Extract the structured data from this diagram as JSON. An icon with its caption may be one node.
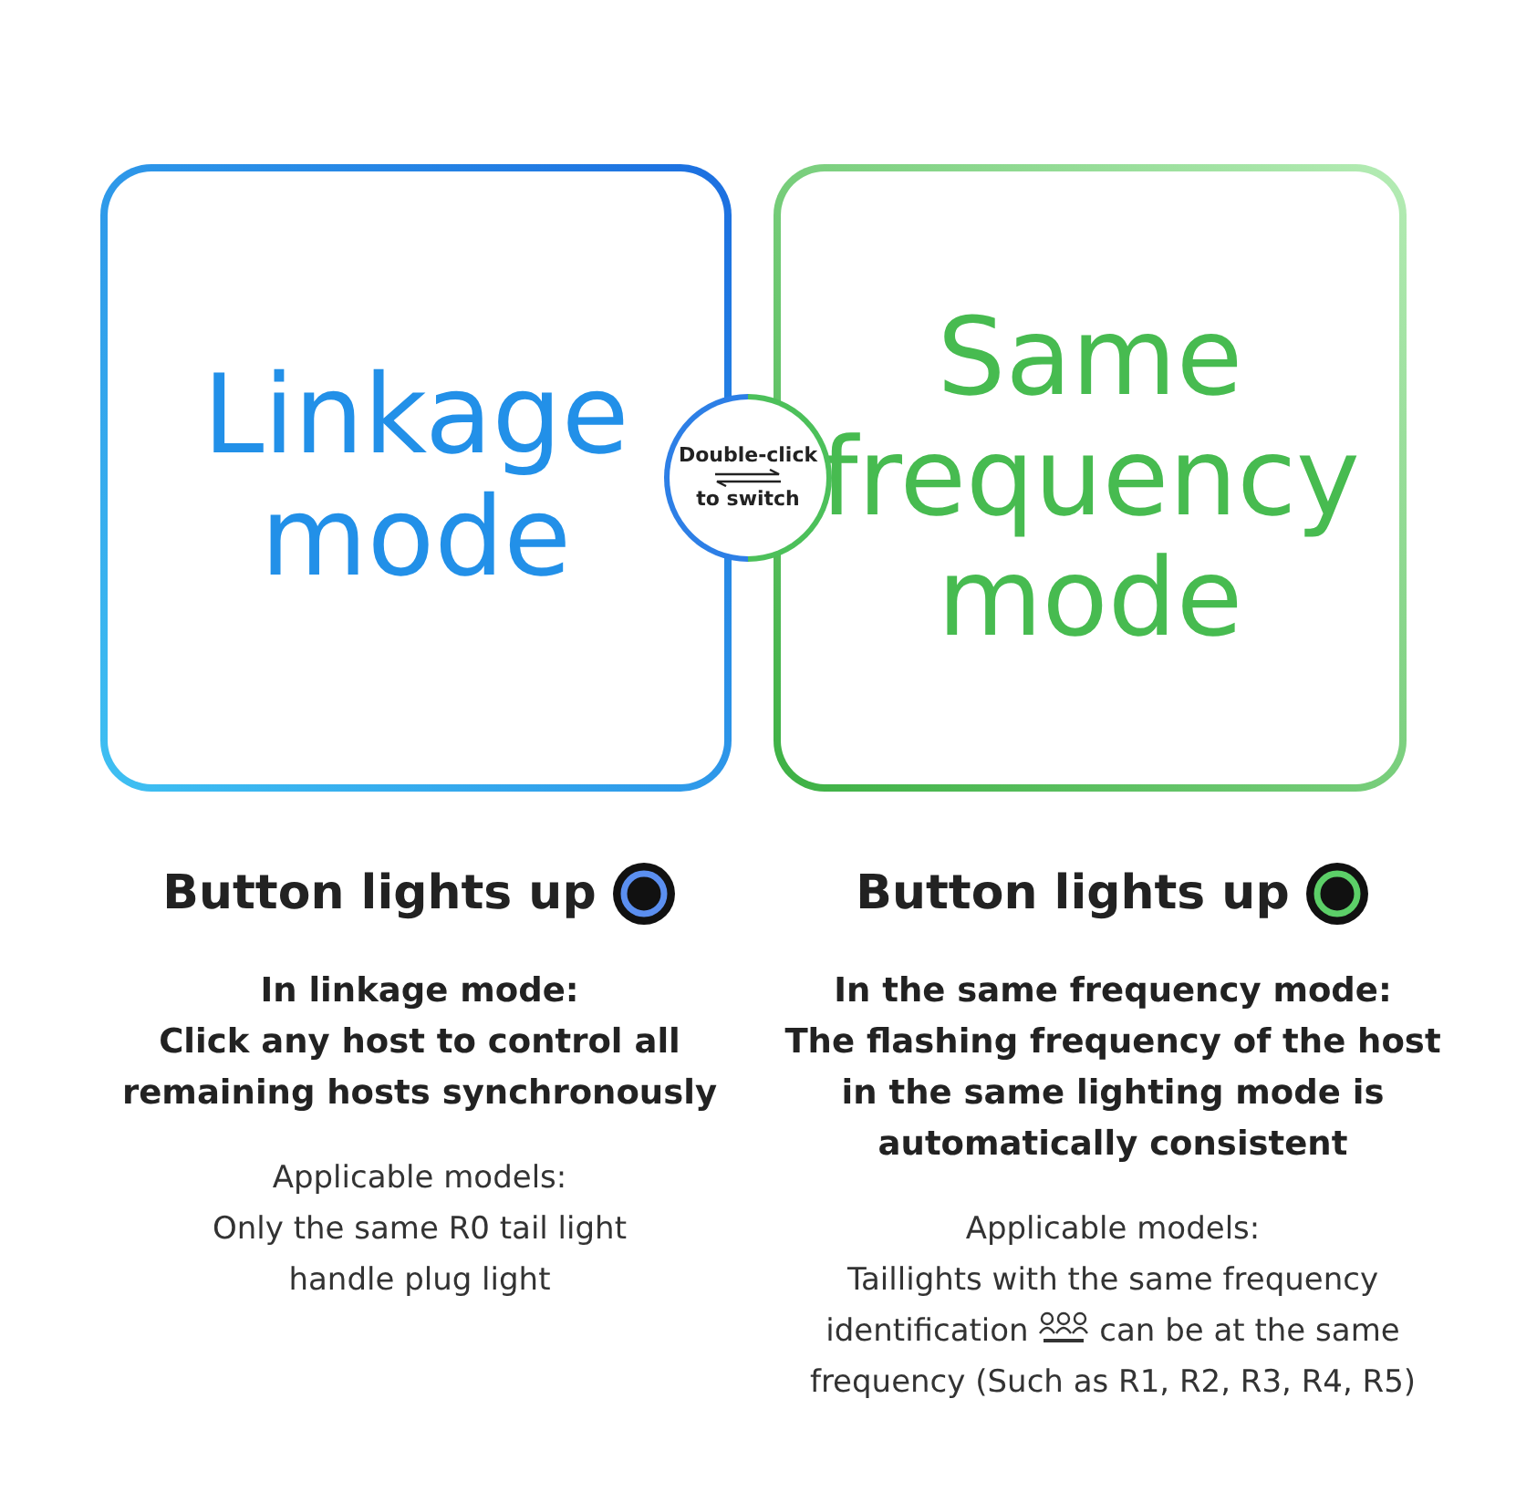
{
  "diagram": {
    "nodes": [
      {
        "text": [
          "Linkage mode"
        ]
      },
      {
        "text": [
          "Double-click",
          "to switch"
        ]
      },
      {
        "text": [
          "Same frequency mode"
        ]
      }
    ],
    "labels": [
      "Button lights up",
      "In linkage mode:",
      "Click any host to control all remaining hosts synchronously",
      "Applicable models:",
      "Only the same R0 tail light handle plug light",
      "Button lights up",
      "In the same frequency mode:",
      "The flashing frequency of the host in the same lighting mode is automatically consistent",
      "Applicable models:",
      "Taillights with the same frequency identification",
      "can be at the same frequency (Such as R1, R2, R3, R4, R5)"
    ]
  }
}
